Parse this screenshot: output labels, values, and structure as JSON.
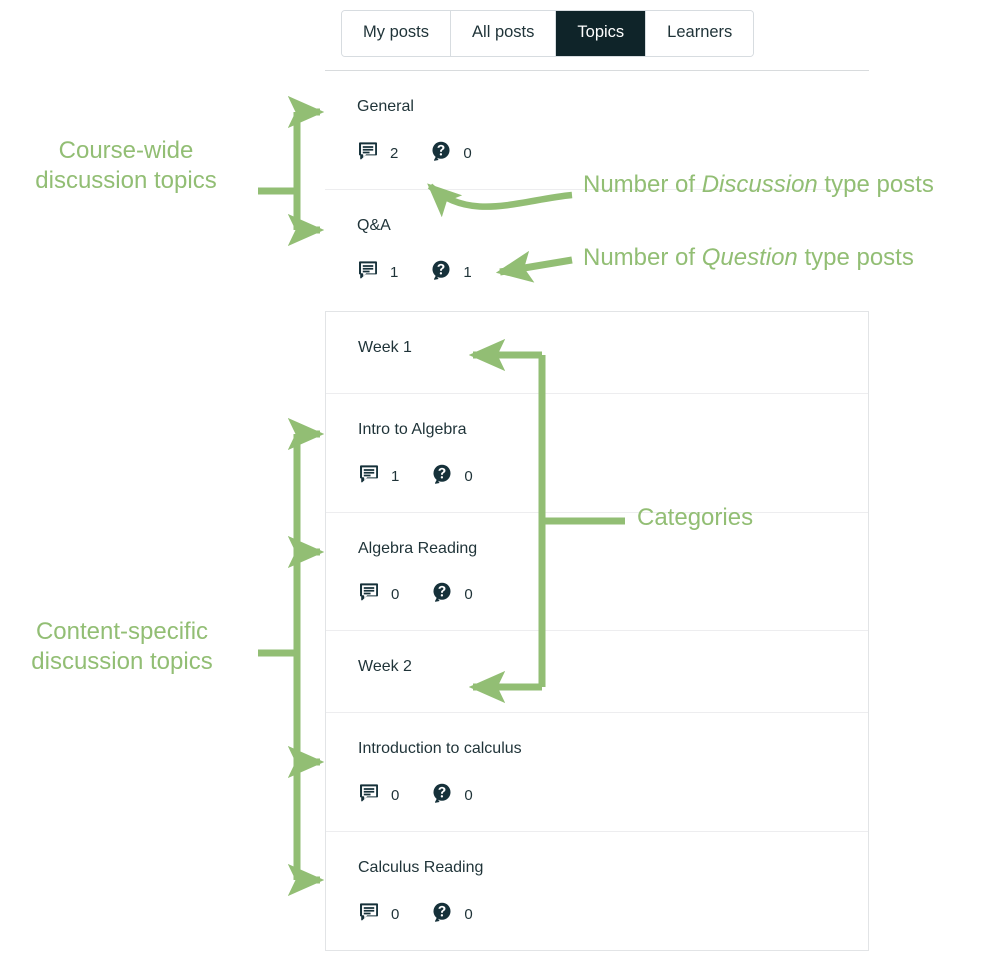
{
  "tabs": [
    {
      "label": "My posts",
      "active": false
    },
    {
      "label": "All posts",
      "active": false
    },
    {
      "label": "Topics",
      "active": true
    },
    {
      "label": "Learners",
      "active": false
    }
  ],
  "icons": {
    "discussion": "discussion-icon",
    "question": "question-icon"
  },
  "sections": {
    "course_wide": {
      "rows": [
        {
          "title": "General",
          "discussion_count": "2",
          "question_count": "0"
        },
        {
          "title": "Q&A",
          "discussion_count": "1",
          "question_count": "1"
        }
      ]
    },
    "content_specific": {
      "rows": [
        {
          "title": "Week 1",
          "is_category": true
        },
        {
          "title": "Intro to Algebra",
          "discussion_count": "1",
          "question_count": "0"
        },
        {
          "title": "Algebra Reading",
          "discussion_count": "0",
          "question_count": "0"
        },
        {
          "title": "Week 2",
          "is_category": true
        },
        {
          "title": "Introduction to calculus",
          "discussion_count": "0",
          "question_count": "0"
        },
        {
          "title": "Calculus Reading",
          "discussion_count": "0",
          "question_count": "0"
        }
      ]
    }
  },
  "annotations": {
    "course_wide_line1": "Course-wide",
    "course_wide_line2": "discussion topics",
    "content_specific_line1": "Content-specific",
    "content_specific_line2": "discussion topics",
    "discussion_count_prefix": "Number of ",
    "discussion_count_emphasis": "Discussion",
    "discussion_count_suffix": " type posts",
    "question_count_prefix": "Number of ",
    "question_count_emphasis": "Question",
    "question_count_suffix": " type posts",
    "categories": "Categories"
  },
  "colors": {
    "annotation_green": "#92be74",
    "active_tab_bg": "#0f2429",
    "text_dark": "#1f3338",
    "border": "#e2e4e6"
  }
}
